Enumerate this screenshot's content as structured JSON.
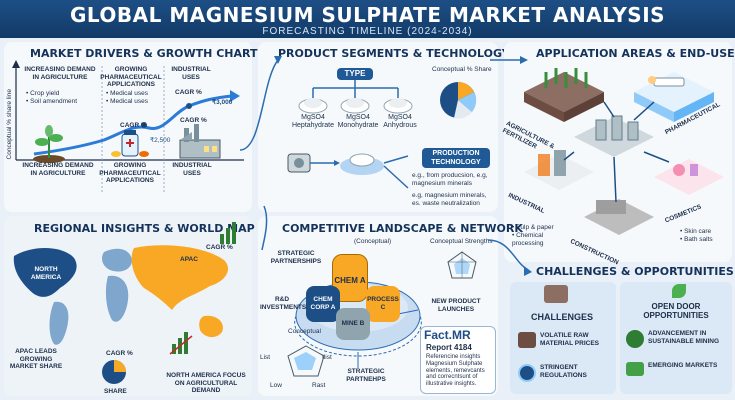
{
  "header": {
    "title": "GLOBAL MAGNESIUM SULPHATE MARKET ANALYSIS",
    "subtitle": "FORECASTING TIMELINE (2024-2034)"
  },
  "drivers": {
    "title": "MARKET DRIVERS & GROWTH CHART",
    "ylabel": "Conceptual % share line",
    "col1": {
      "head": "INCREASING DEMAND IN AGRICULTURE",
      "b1": "• Crop yield",
      "b2": "• Soil amendment",
      "foot": "INCREASING DEMAND IN AGRICULTURE"
    },
    "col2": {
      "head": "GROWING PHARMACEUTICAL APPLICATIONS",
      "b1": "• Medical uses",
      "b2": "• Medical uses",
      "foot": "GROWING PHARMACEUTICAL APPLICATIONS"
    },
    "col3": {
      "head": "INDUSTRIAL USES",
      "foot": "INDUSTRIAL USES"
    },
    "cagr1": "CAGR %",
    "cagr2": "CAGR %",
    "cagr3": "CAGR %",
    "val1": "₹2,500",
    "val2": "₹3,000"
  },
  "products": {
    "title": "PRODUCT SEGMENTS & TECHNOLOGY",
    "type": "TYPE",
    "share": "Conceptual % Share",
    "p1": "MgSO4 Heptahydrate",
    "p2": "MgSO4 Monohydrate",
    "p3": "MgSO4 Anhydrous",
    "prod_tech": "PRODUCTION TECHNOLOGY",
    "e1": "e.g., from producsion, e.g, magnesium minerals",
    "e2": "e.g, magnesium minerals, es. waste neutralization"
  },
  "apps": {
    "title": "APPLICATION AREAS & END-USE",
    "agri": "AGRICULTURE & FERTILIZER",
    "pharma": "PHARMACEUTICAL",
    "industrial": "INDUSTRIAL",
    "ind_b1": "• Pulp & paper",
    "ind_b2": "• Chemical processing",
    "construction": "CONSTRUCTION",
    "cosmetics": "COSMETICS",
    "cos_b1": "• Skin care",
    "cos_b2": "• Bath salts"
  },
  "regional": {
    "title": "REGIONAL INSIGHTS & WORLD MAP",
    "na": "NORTH AMERICA",
    "apac": "APAC",
    "cagr": "CAGR %",
    "note1": "APAC LEADS GROWING MARKET SHARE",
    "cagr2": "CAGR %",
    "share": "SHARE",
    "note2": "NORTH AMERICA FOCUS ON AGRICULTURAL DEMAND"
  },
  "competitive": {
    "title": "COMPETITIVE LANDSCAPE & NETWORK",
    "conceptual": "(Conceptual)",
    "strengths": "Conceptual Strengths",
    "strategic": "STRATEGIC PARTNERSHIPS",
    "rd": "R&D INVESTMENTS",
    "chem_a": "CHEM A",
    "chem_corp": "CHEM CORP A",
    "process": "PROCESS C",
    "mine": "MINE B",
    "launches": "NEW PRODUCT LAUNCHES",
    "partnerships2": "STRATEGIC PARTNEHPS",
    "radar_title": "Conceptual",
    "r_list": "List",
    "r_low": "Low",
    "r_rast": "Rast",
    "r_ilist": "Ilist"
  },
  "report": {
    "brand": "Fact.MR",
    "number": "Report 4184",
    "desc": "Referencine insights Magnesium Sulphate elements, remevcants and correcntsunt of illustrative insights."
  },
  "challenges": {
    "title": "CHALLENGES & OPPORTUNITIES",
    "ch_head": "CHALLENGES",
    "c1": "VOLATILE RAW MATERIAL PRICES",
    "c2": "STRINGENT REGULATIONS",
    "op_head": "OPEN DOOR OPPORTUNITIES",
    "o1": "ADVANCEMENT IN SUSTAINABLE MINING",
    "o2": "EMERGING MARKETS"
  }
}
